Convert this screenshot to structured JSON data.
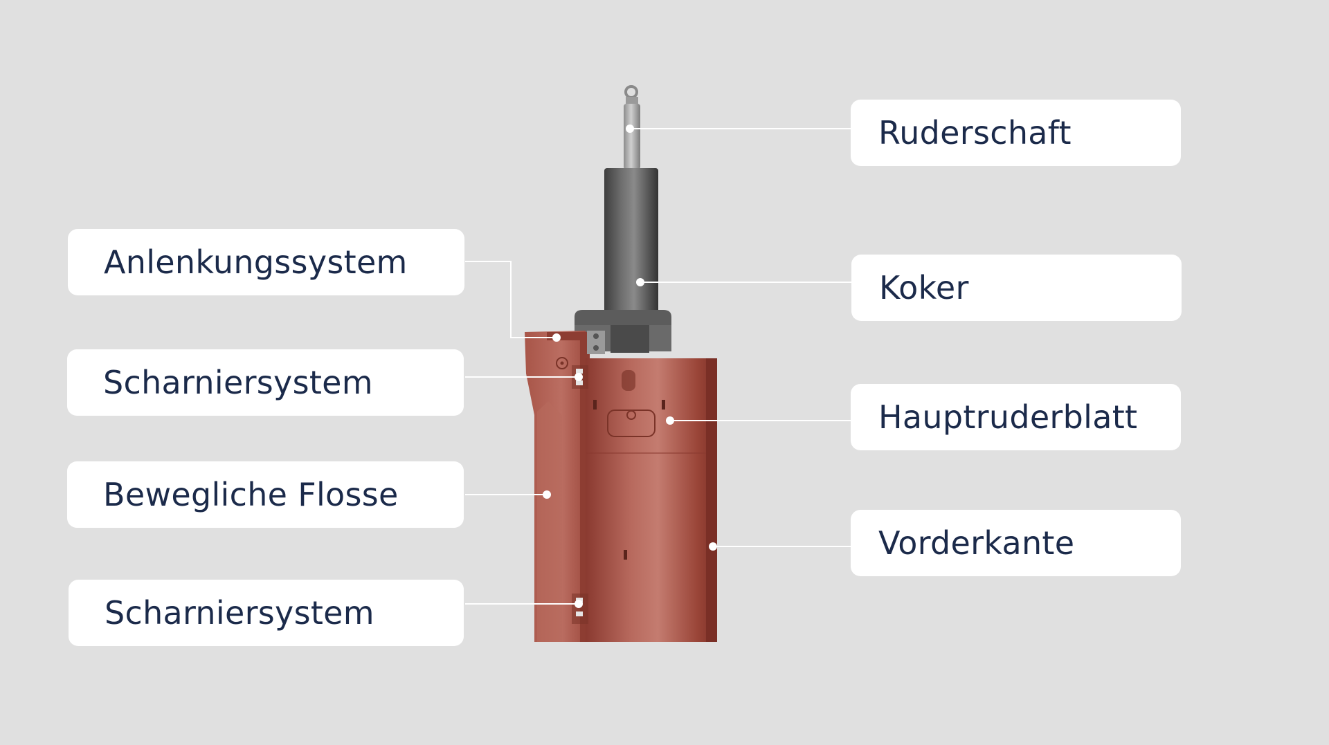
{
  "colors": {
    "background": "#e0e0e0",
    "label_background": "#ffffff",
    "label_text": "#1b2a4a",
    "leader_line": "#ffffff",
    "rudder_red": "#a24a3f",
    "shaft_grey": "#5a5a5a"
  },
  "labels": {
    "left": [
      {
        "id": "anlenkungssystem",
        "text": "Anlenkungssystem"
      },
      {
        "id": "scharniersystem-top",
        "text": "Scharniersystem"
      },
      {
        "id": "bewegliche-flosse",
        "text": "Bewegliche Flosse"
      },
      {
        "id": "scharniersystem-bottom",
        "text": "Scharniersystem"
      }
    ],
    "right": [
      {
        "id": "ruderschaft",
        "text": "Ruderschaft"
      },
      {
        "id": "koker",
        "text": "Koker"
      },
      {
        "id": "hauptruderblatt",
        "text": "Hauptruderblatt"
      },
      {
        "id": "vorderkante",
        "text": "Vorderkante"
      }
    ]
  }
}
